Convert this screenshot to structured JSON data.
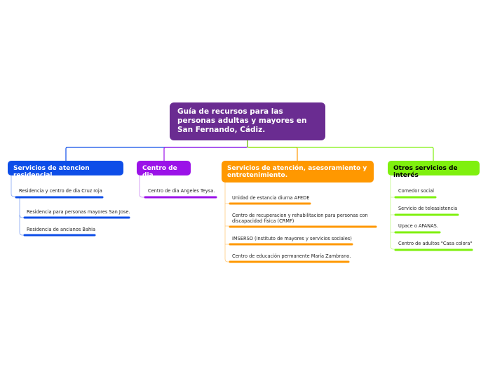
{
  "root": {
    "title": "Guía de recursos para las personas adultas y mayores en San Fernando, Cádiz."
  },
  "colors": {
    "root": "#6a2c91",
    "blue": "#0e4ee8",
    "purple": "#9b12e8",
    "orange": "#ff9800",
    "green": "#7ff00e"
  },
  "branches": [
    {
      "title": "Servicios de atencion residencial",
      "color": "#0e4ee8",
      "items": [
        {
          "label": "Residencia y centro de dia Cruz roja",
          "children": [
            {
              "label": "Residencia para personas mayores San Jose."
            },
            {
              "label": "Residencia de ancianos Bahia"
            }
          ]
        }
      ]
    },
    {
      "title": "Centro de dia",
      "color": "#9b12e8",
      "items": [
        {
          "label": "Centro de dia Angeles Teysa."
        }
      ]
    },
    {
      "title": "Servicios de atención, asesoramiento y entretenimiento.",
      "color": "#ff9800",
      "items": [
        {
          "label": "Unidad de estancia diurna AFEDE"
        },
        {
          "label": "Centro de recuperacion y rehabilitacion para personas con discapacidad fisica (CRMF)"
        },
        {
          "label": "IMSERSO (Instituto de mayores y servicios sociales)"
        },
        {
          "label": "Centro de educación permanente María Zambrano."
        }
      ]
    },
    {
      "title": "Otros servicios de interés",
      "color": "#7ff00e",
      "items": [
        {
          "label": "Comedor social"
        },
        {
          "label": "Servicio de teleasistencia"
        },
        {
          "label": "Upace o AFANAS."
        },
        {
          "label": "Centro de adultos \"Casa colora\""
        }
      ]
    }
  ]
}
